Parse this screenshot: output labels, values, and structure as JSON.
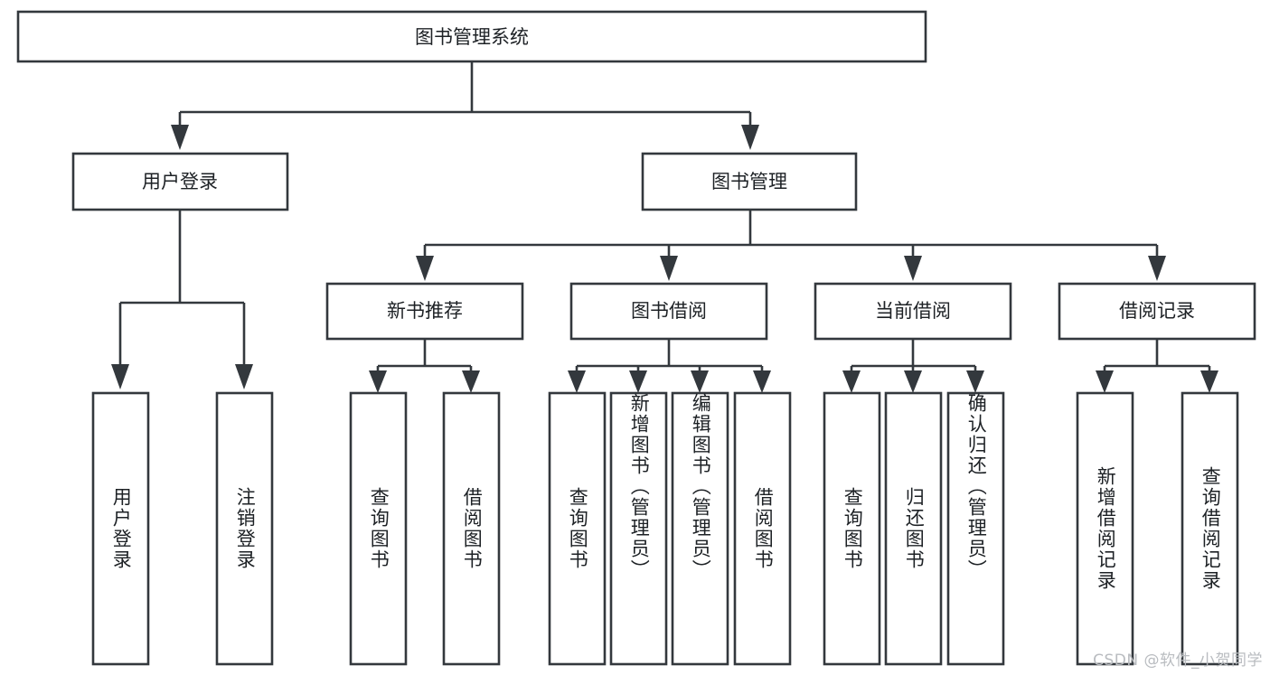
{
  "diagram": {
    "type": "tree-hierarchy",
    "title": "图书管理系统",
    "watermark": "CSDN @软件_小贺同学",
    "colors": {
      "stroke": "#33383d",
      "box_fill": "#ffffff",
      "text": "#1d2125",
      "background": "#ffffff",
      "watermark": "#b9bcc0"
    },
    "root": {
      "label": "图书管理系统",
      "orientation": "horizontal"
    },
    "level2": [
      {
        "label": "用户登录",
        "orientation": "horizontal"
      },
      {
        "label": "图书管理",
        "orientation": "horizontal"
      }
    ],
    "level3": [
      {
        "label": "新书推荐",
        "orientation": "horizontal",
        "parent": "图书管理"
      },
      {
        "label": "图书借阅",
        "orientation": "horizontal",
        "parent": "图书管理"
      },
      {
        "label": "当前借阅",
        "orientation": "horizontal",
        "parent": "图书管理"
      },
      {
        "label": "借阅记录",
        "orientation": "horizontal",
        "parent": "图书管理"
      }
    ],
    "leaves": [
      {
        "label": "用户登录",
        "orientation": "vertical",
        "parent": "用户登录"
      },
      {
        "label": "注销登录",
        "orientation": "vertical",
        "parent": "用户登录"
      },
      {
        "label": "查询图书",
        "orientation": "vertical",
        "parent": "新书推荐"
      },
      {
        "label": "借阅图书",
        "orientation": "vertical",
        "parent": "新书推荐"
      },
      {
        "label": "查询图书",
        "orientation": "vertical",
        "parent": "图书借阅"
      },
      {
        "label": "新增图书（管理员）",
        "orientation": "vertical",
        "parent": "图书借阅"
      },
      {
        "label": "编辑图书（管理员）",
        "orientation": "vertical",
        "parent": "图书借阅"
      },
      {
        "label": "借阅图书",
        "orientation": "vertical",
        "parent": "图书借阅"
      },
      {
        "label": "查询图书",
        "orientation": "vertical",
        "parent": "当前借阅"
      },
      {
        "label": "归还图书",
        "orientation": "vertical",
        "parent": "当前借阅"
      },
      {
        "label": "确认归还（管理员）",
        "orientation": "vertical",
        "parent": "当前借阅"
      },
      {
        "label": "新增借阅记录",
        "orientation": "vertical",
        "parent": "借阅记录"
      },
      {
        "label": "查询借阅记录",
        "orientation": "vertical",
        "parent": "借阅记录"
      }
    ]
  }
}
